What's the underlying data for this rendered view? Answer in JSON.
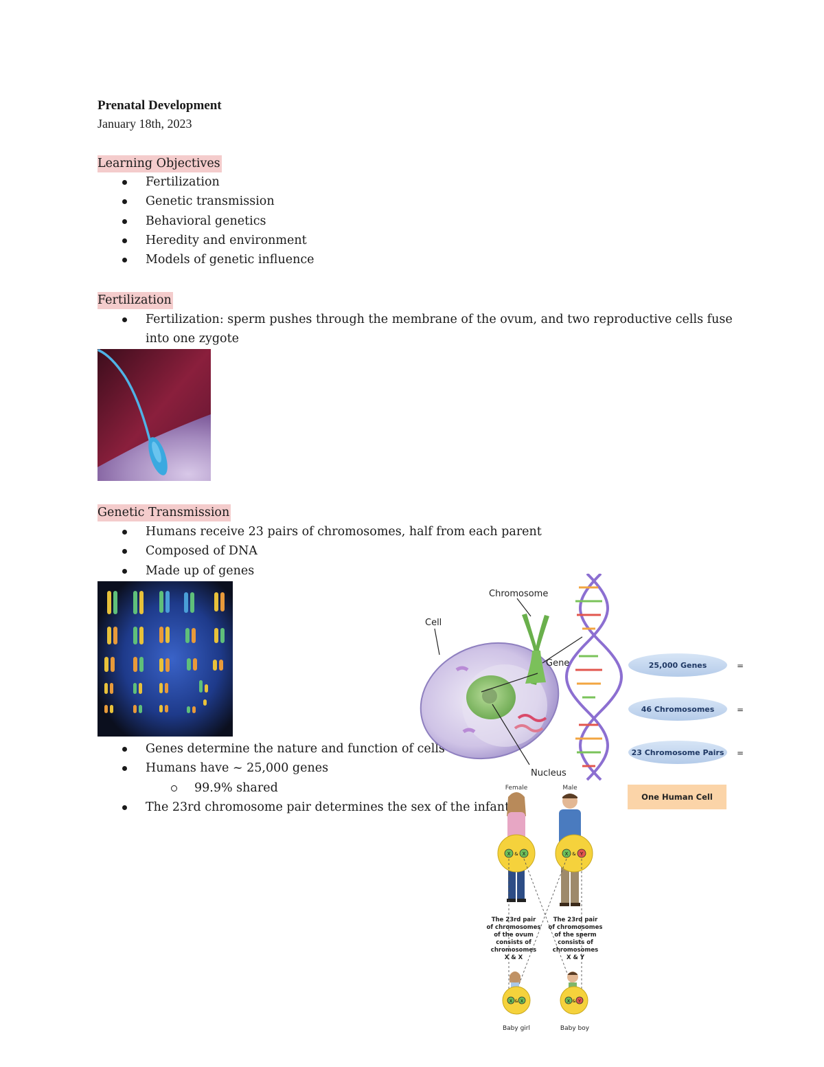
{
  "document": {
    "title": "Prenatal Development",
    "date": "January 18th, 2023"
  },
  "sections": {
    "objectives": {
      "heading": "Learning Objectives",
      "items": [
        "Fertilization",
        "Genetic transmission",
        "Behavioral genetics",
        "Heredity and environment",
        "Models of genetic influence"
      ]
    },
    "fertilization": {
      "heading": "Fertilization",
      "items": [
        "Fertilization: sperm pushes through the membrane of the ovum, and two reproductive cells fuse into one zygote"
      ]
    },
    "genetic": {
      "heading": "Genetic Transmission",
      "items_top": [
        "Humans receive 23 pairs of chromosomes, half from each parent",
        "Composed of DNA",
        "Made up of genes"
      ],
      "items_bottom": [
        "Genes determine the nature and function of cells",
        "Humans have ~ 25,000 genes"
      ],
      "sub_item": "99.9% shared",
      "last_item": "The 23rd chromosome pair determines the sex of the infant"
    }
  },
  "cell_diagram": {
    "labels": {
      "chromosome": "Chromosome",
      "cell": "Cell",
      "gene": "Gene",
      "nucleus": "Nucleus"
    },
    "pills": [
      "25,000 Genes",
      "46 Chromosomes",
      "23 Chromosome Pairs"
    ],
    "box": "One Human Cell",
    "equals": "="
  },
  "sex_diagram": {
    "female_label": "Female",
    "male_label": "Male",
    "female_pair": [
      "X",
      "&",
      "X"
    ],
    "male_pair": [
      "X",
      "&",
      "Y"
    ],
    "girl_pair": [
      "X",
      "&",
      "X"
    ],
    "boy_pair": [
      "X",
      "&",
      "Y"
    ],
    "female_caption": [
      "The 23rd pair",
      "of chromosomes",
      "of the ovum",
      "consists of",
      "chromosomes",
      "X & X"
    ],
    "male_caption": [
      "The 23rd pair",
      "of chromosomes",
      "of the sperm",
      "consists of",
      "chromosomes",
      "X & Y"
    ],
    "girl_label": "Baby girl",
    "boy_label": "Baby boy"
  },
  "colors": {
    "heading_highlight": "#f4cccc",
    "pill_blue": "#c6d9f1",
    "box_orange": "#fbd4a8",
    "circle_yellow": "#f5d23c"
  }
}
